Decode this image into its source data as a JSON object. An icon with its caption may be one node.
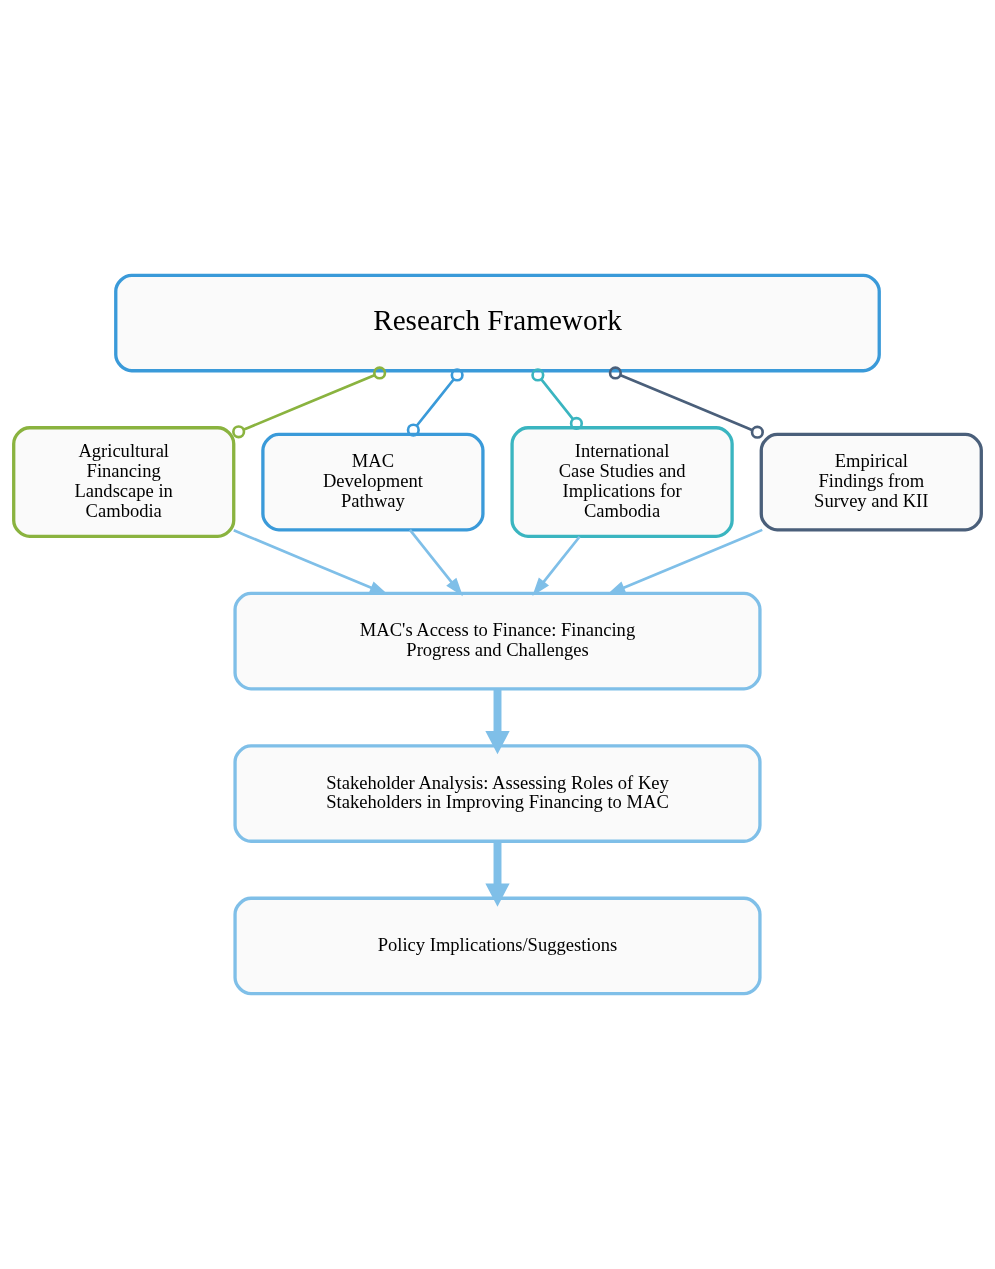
{
  "diagram": {
    "nodes": [
      {
        "text": [
          "Research Framework"
        ]
      },
      {
        "text": [
          "Agricultural Financing Landscape in Cambodia"
        ]
      },
      {
        "text": [
          "MAC Development Pathway"
        ]
      },
      {
        "text": [
          "International Case Studies and Implications for Cambodia"
        ]
      },
      {
        "text": [
          "Empirical Findings from Survey and KII"
        ]
      },
      {
        "text": [
          "MAC's Access to Finance: Financing Progress and Challenges"
        ]
      },
      {
        "text": [
          "Stakeholder Analysis: Assessing Roles of Key Stakeholders in Improving Financing to MAC"
        ]
      },
      {
        "text": [
          "Policy Implications/Suggestions"
        ]
      }
    ],
    "edges": [
      {
        "from": 0,
        "to": 1,
        "arrow": "other",
        "color": "#8ab33f"
      },
      {
        "from": 0,
        "to": 2,
        "arrow": "other",
        "color": "#3a9ad9"
      },
      {
        "from": 0,
        "to": 3,
        "arrow": "other",
        "color": "#3ab5c0"
      },
      {
        "from": 0,
        "to": 4,
        "arrow": "other",
        "color": "#4a5f7a"
      },
      {
        "from": 1,
        "to": 5,
        "arrow": "to"
      },
      {
        "from": 2,
        "to": 5,
        "arrow": "to"
      },
      {
        "from": 3,
        "to": 5,
        "arrow": "to"
      },
      {
        "from": 4,
        "to": 5,
        "arrow": "to"
      },
      {
        "from": 5,
        "to": 6,
        "arrow": "to",
        "style": "thick"
      },
      {
        "from": 6,
        "to": 7,
        "arrow": "to",
        "style": "thick"
      }
    ]
  }
}
